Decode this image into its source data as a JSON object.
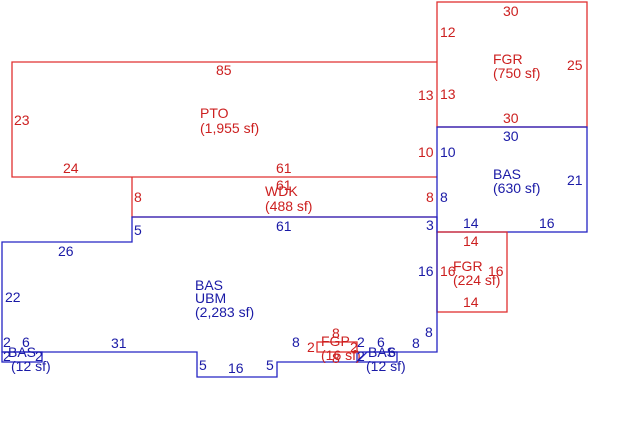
{
  "colors": {
    "red": "#cc1f1f",
    "blue": "#1a1aa6",
    "line_red": "#e03030",
    "line_blue": "#2424c4"
  },
  "areas": {
    "fgr_top": {
      "code": "FGR",
      "area": "(750 sf)"
    },
    "pto": {
      "code": "PTO",
      "area": "(1,955 sf)"
    },
    "bas_right": {
      "code": "BAS",
      "area": "(630 sf)"
    },
    "wdk": {
      "code": "WDK",
      "area": "(488 sf)"
    },
    "fgr_small": {
      "code": "FGR",
      "area": "(224 sf)"
    },
    "bas_main": {
      "code": "BAS",
      "code2": "UBM",
      "area": "(2,283 sf)"
    },
    "fgp": {
      "code": "FGP",
      "area": "(16 sf)"
    },
    "bas_left_small": {
      "code": "BAS",
      "area": "(12 sf)"
    },
    "bas_right_small": {
      "code": "BAS",
      "area": "(12 sf)"
    }
  },
  "dimensions": {
    "fgr_top_top": "30",
    "fgr_top_left": "12",
    "fgr_top_right": "25",
    "fgr_top_bottom": "30",
    "pto_top": "85",
    "pto_left": "23",
    "pto_bottom_left": "24",
    "pto_bottom": "61",
    "pto_right_upper": "13",
    "pto_right_lower": "10",
    "fgr_top_inner": "13",
    "bas_right_top": "30",
    "bas_right_left": "10",
    "bas_right_right": "21",
    "bas_right_bottom_a": "14",
    "bas_right_bottom_b": "16",
    "wdk_left": "8",
    "wdk_top": "61",
    "wdk_right": "8",
    "wdk_right_b": "8",
    "wdk_bottom": "61",
    "bas_main_step": "5",
    "bas_main_top_left": "26",
    "bas_main_left": "22",
    "bas_main_right_step": "3",
    "bas_main_right": "16",
    "bas_main_right_lower": "8",
    "fgr_small_top": "14",
    "fgr_small_left": "16",
    "fgr_small_right": "16",
    "fgr_small_bottom": "14",
    "bas_main_bottom_left": "31",
    "notch_left": "5",
    "notch_bottom": "16",
    "notch_right": "5",
    "bas_main_bottom_right_a": "8",
    "bas_main_bottom_right_b": "8",
    "bl_2a": "2",
    "bl_6": "6",
    "bl_2b": "2",
    "bl_2c": "2",
    "fgp_top": "8",
    "fgp_left": "2",
    "fgp_right": "2",
    "fgp_bottom": "8",
    "br_2a": "2",
    "br_6": "6",
    "br_2b": "2",
    "br_6b": "6"
  }
}
